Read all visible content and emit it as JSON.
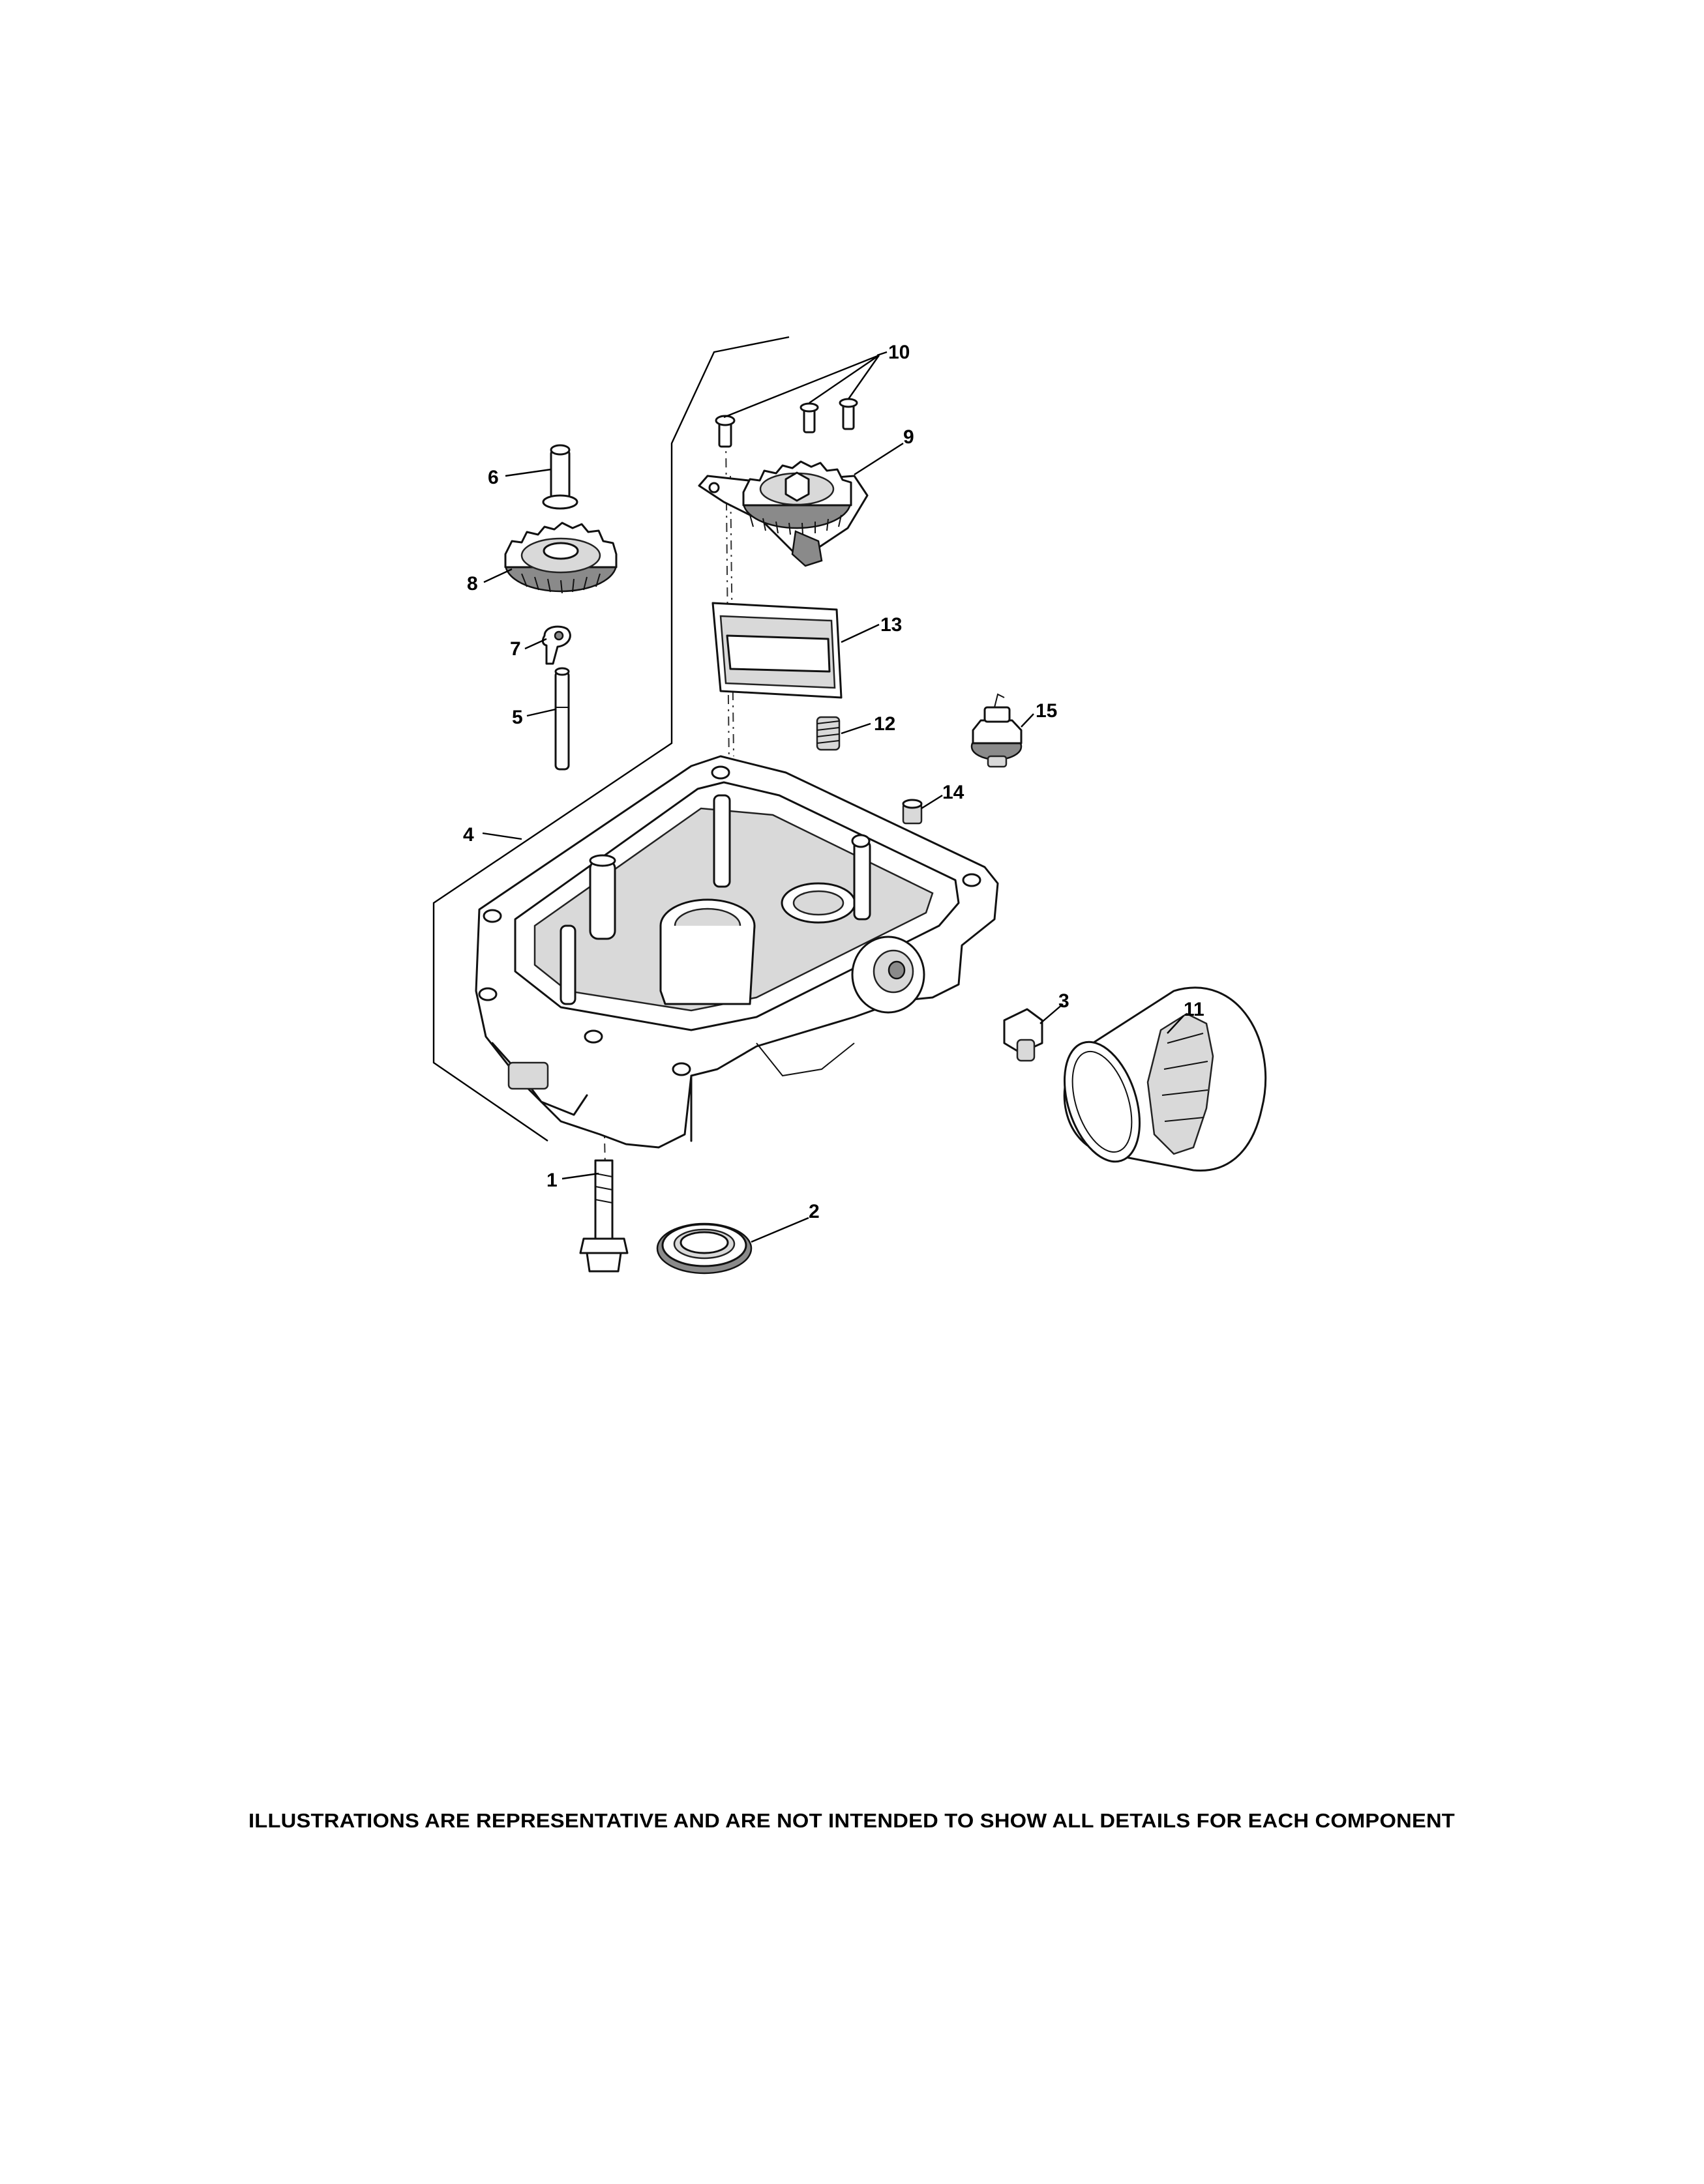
{
  "diagram": {
    "callouts": {
      "c1": "1",
      "c2": "2",
      "c3": "3",
      "c4": "4",
      "c5": "5",
      "c6": "6",
      "c7": "7",
      "c8": "8",
      "c9": "9",
      "c10": "10",
      "c11": "11",
      "c12": "12",
      "c13": "13",
      "c14": "14",
      "c15": "15"
    },
    "disclaimer": "ILLUSTRATIONS ARE REPRESENTATIVE AND ARE NOT INTENDED TO SHOW ALL DETAILS FOR EACH COMPONENT"
  }
}
